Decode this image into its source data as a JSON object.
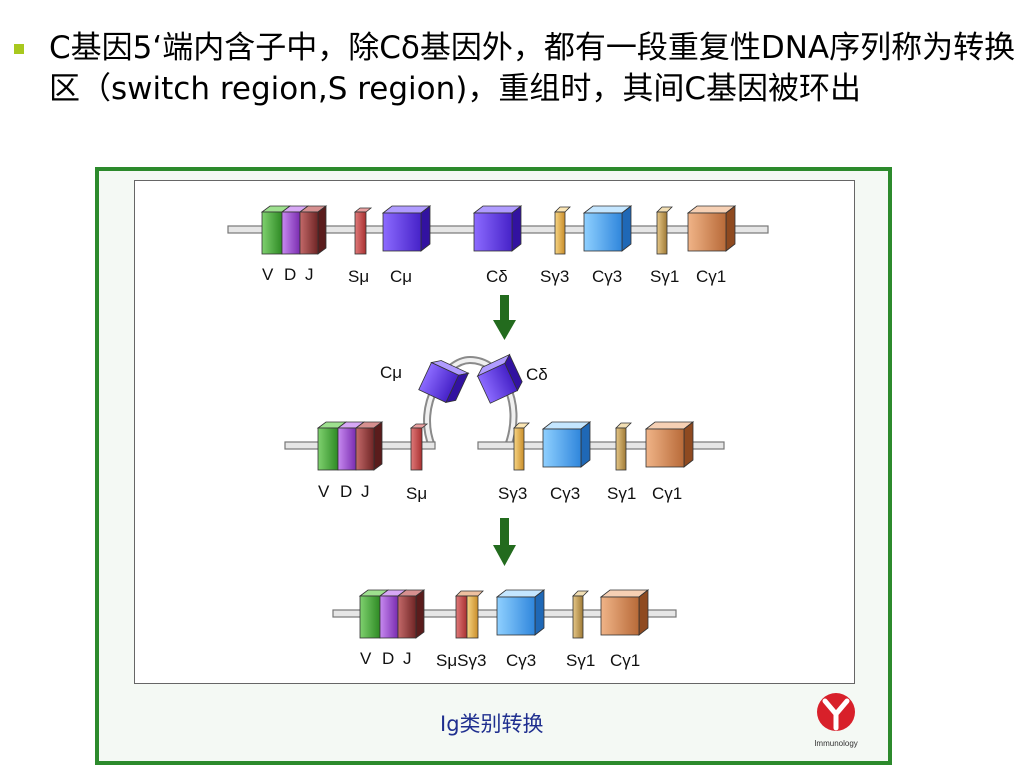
{
  "slide": {
    "bullet_text": "C基因5‘端内含子中，除Cδ基因外，都有一段重复性DNA序列称为转换区（switch region,S region)，重组时，其间C基因被环出"
  },
  "diagram": {
    "caption": "Ig类别转换",
    "logo_text": "Immunology",
    "row1": {
      "labels": {
        "v": "V",
        "d": "D",
        "j": "J",
        "smu": "Sμ",
        "cmu": "Cμ",
        "cdelta": "Cδ",
        "sg3": "Sγ3",
        "cg3": "Cγ3",
        "sg1": "Sγ1",
        "cg1": "Cγ1"
      }
    },
    "loop": {
      "labels": {
        "cmu": "Cμ",
        "cdelta": "Cδ"
      }
    },
    "row2": {
      "labels": {
        "v": "V",
        "d": "D",
        "j": "J",
        "smu": "Sμ",
        "sg3": "Sγ3",
        "cg3": "Cγ3",
        "sg1": "Sγ1",
        "cg1": "Cγ1"
      }
    },
    "row3": {
      "labels": {
        "v": "V",
        "d": "D",
        "j": "J",
        "smu_sg3": "SμSγ3",
        "cg3": "Cγ3",
        "sg1": "Sγ1",
        "cg1": "Cγ1"
      }
    },
    "colors": {
      "v": "#4caf3f",
      "d": "#a14fd6",
      "j": "#9c3a3a",
      "s_mu": "#c94a4a",
      "c_mu": "#6a40e0",
      "s_gamma": "#e6b24a",
      "c_gamma3": "#4aa8f0",
      "s_gamma1": "#caa050",
      "c_gamma1": "#d08848",
      "arrow": "#236b1e",
      "frame": "#2c8a2c"
    }
  }
}
